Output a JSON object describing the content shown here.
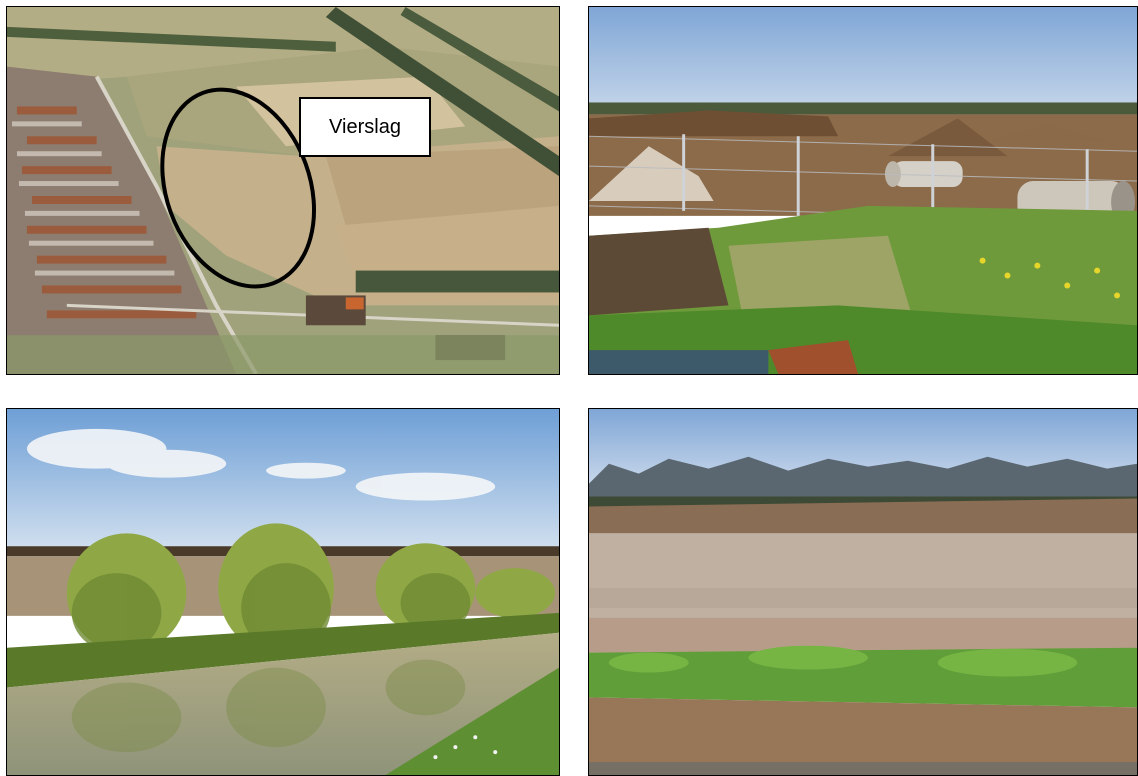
{
  "photos": [
    {
      "scene": "aerial-view",
      "annotation_label": "Vierslag"
    },
    {
      "scene": "construction-site-fence"
    },
    {
      "scene": "canal-with-willows"
    },
    {
      "scene": "bare-field-with-treeline"
    }
  ],
  "colors": {
    "frame": "#000000",
    "sky": "#8fb3dc",
    "grass": "#6aa63a",
    "soil": "#8b6b4a",
    "water": "#a69c78"
  }
}
